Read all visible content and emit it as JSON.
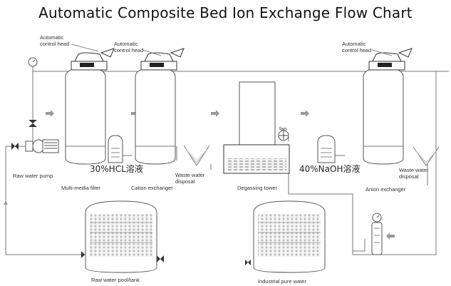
{
  "title": "Automatic Composite Bed Ion Exchange Flow Chart",
  "labels": {
    "control_head_1": "Automatic\ncontrol head",
    "control_head_2": "Automatic\ncontrol head",
    "control_head_3": "Automatic\ncontrol head",
    "raw_water_pump": "Raw water pump",
    "multi_media_filter": "Multi-media filter",
    "cation_exchanger": "Cation exchanger",
    "waste_water_1": "Waste water\ndisposal",
    "degassing_tower": "Degassing tower",
    "fan": "fan",
    "anion_exchanger": "Anion exchanger",
    "waste_water_2": "Waste water\ndisposal",
    "hcl": "30%HCL溶液",
    "naoh": "40%NaOH溶液",
    "raw_water_pool": "Raw water pool/tank",
    "industrial_pure_water": "Industrial pure water"
  }
}
